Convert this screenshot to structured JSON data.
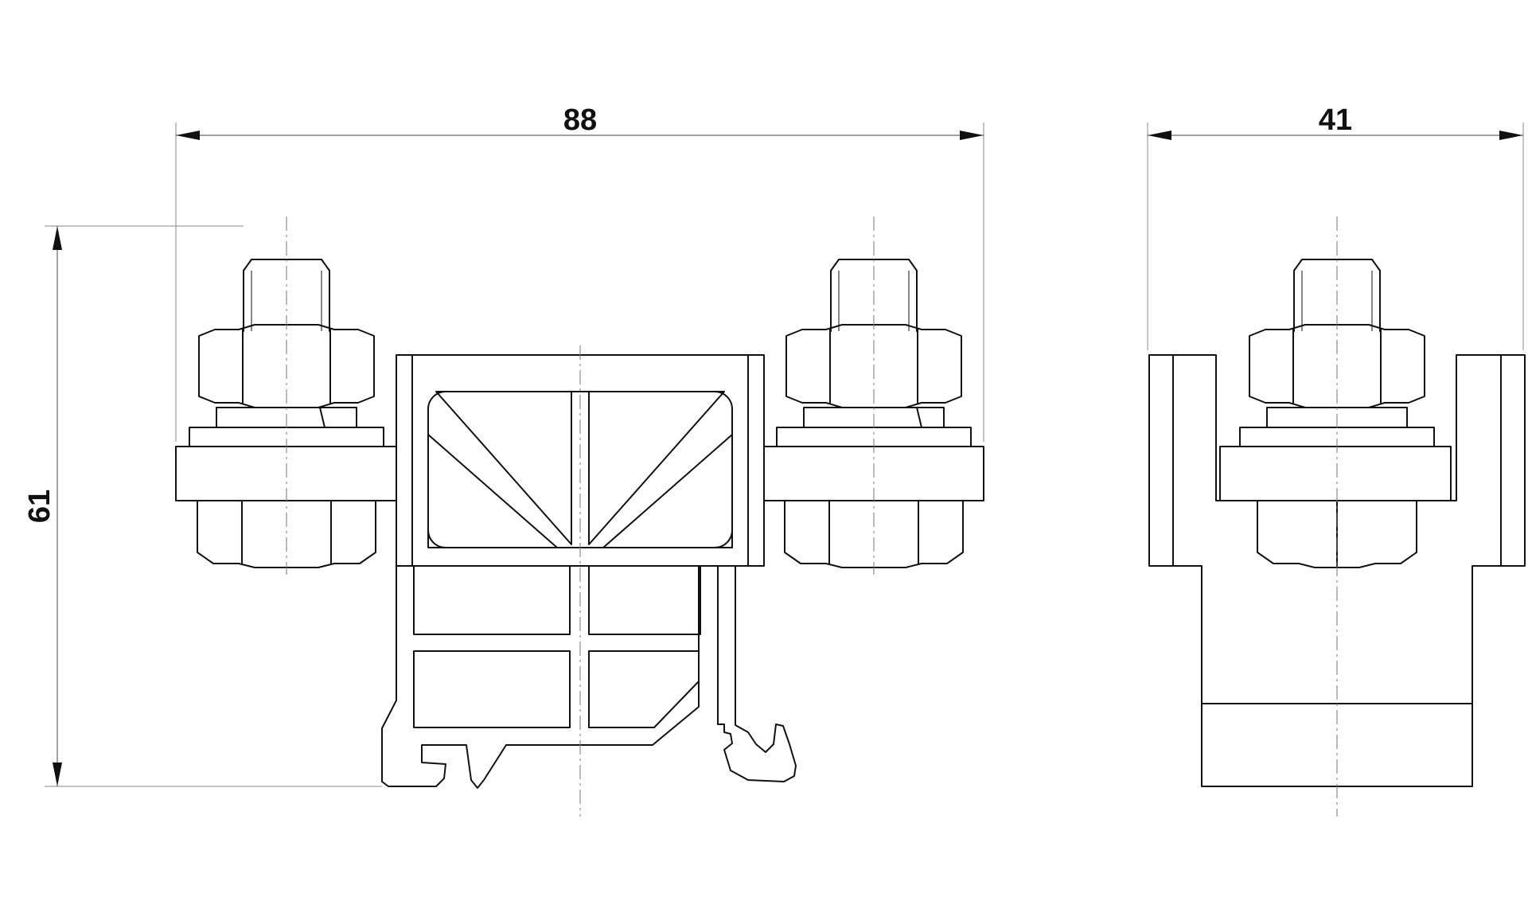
{
  "drawing": {
    "dimensions": {
      "front_width": "88",
      "side_width": "41",
      "height": "61"
    }
  }
}
